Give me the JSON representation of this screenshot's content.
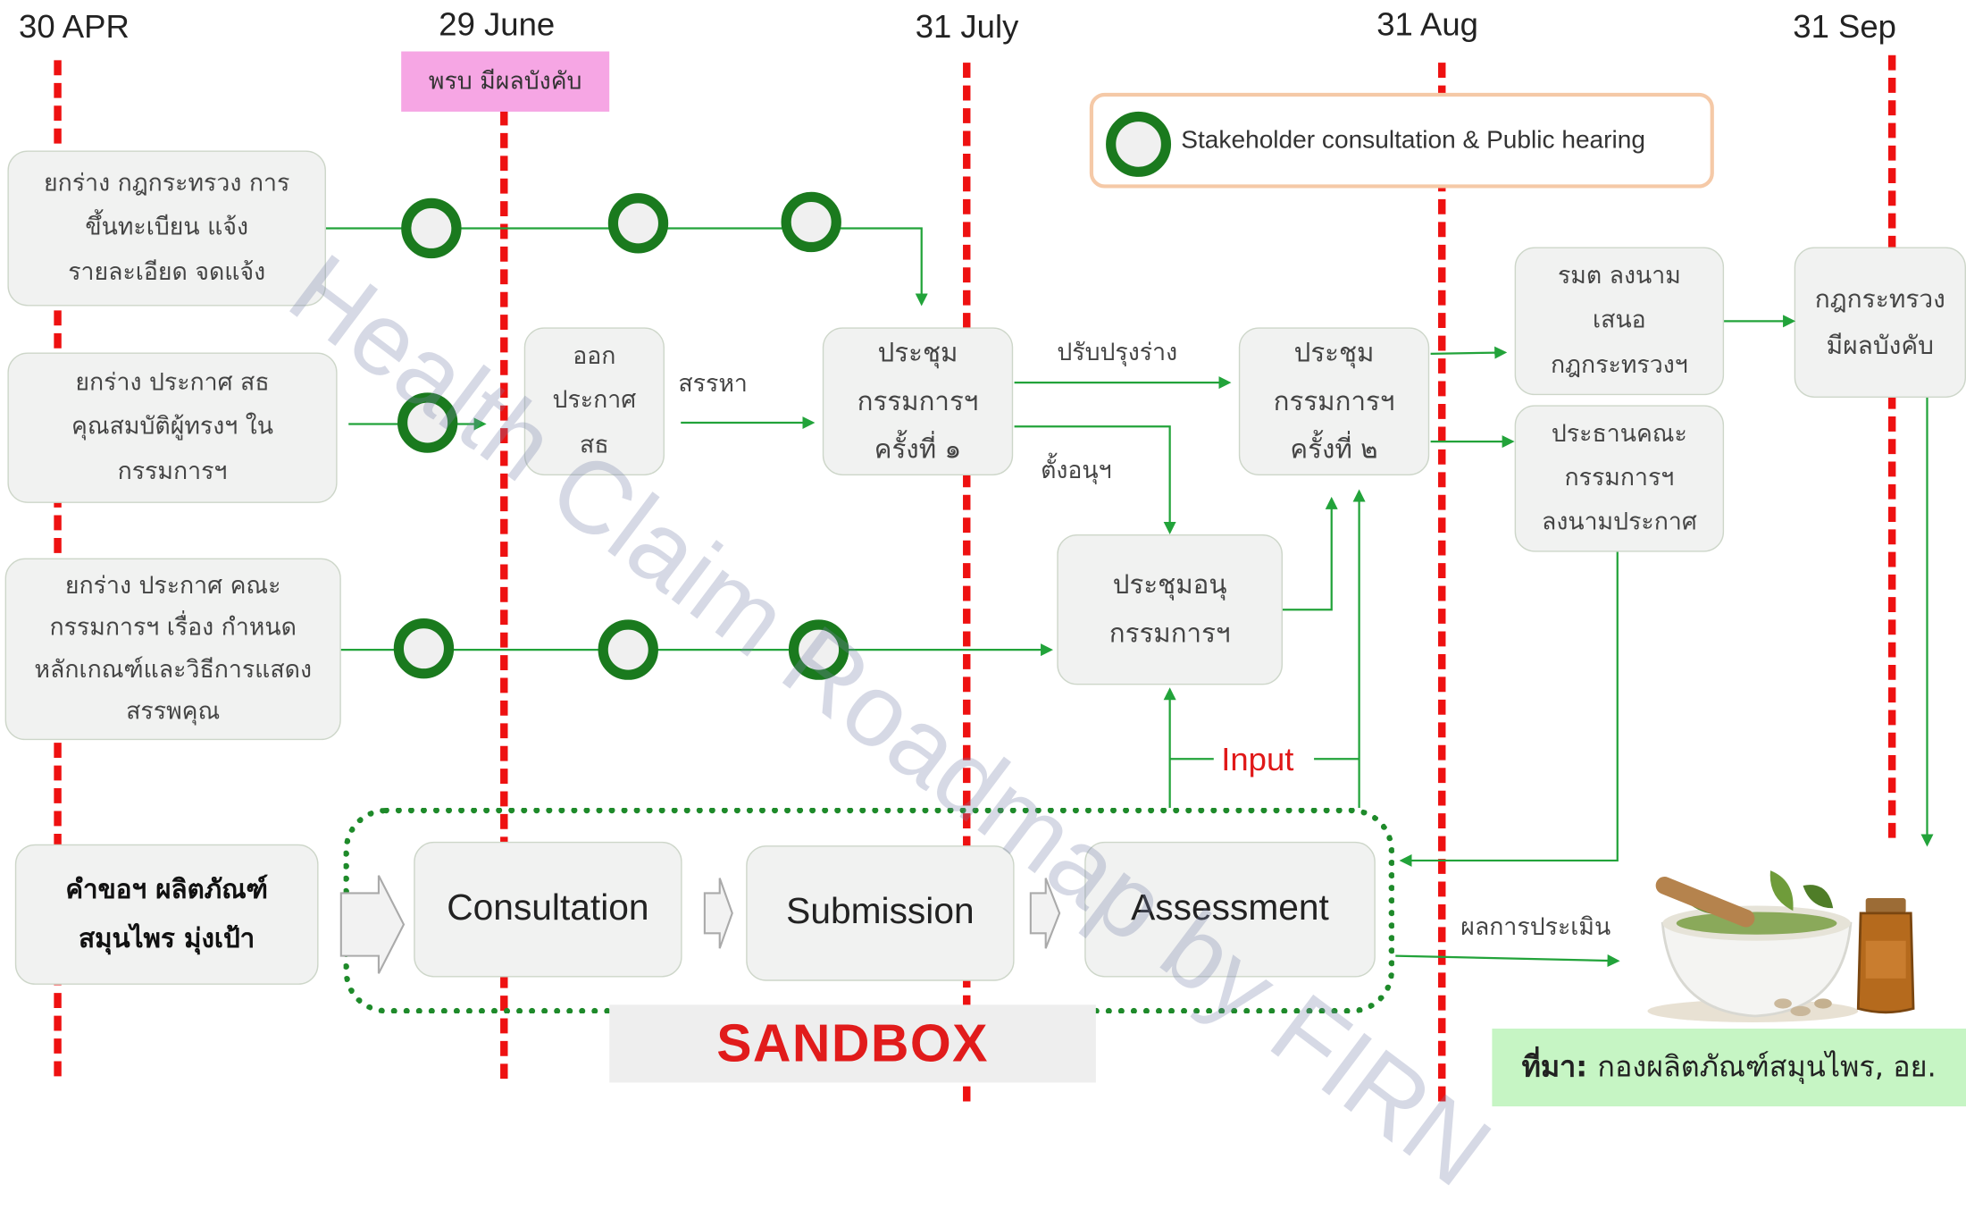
{
  "dates": [
    "30 APR",
    "29 June",
    "31 July",
    "31 Aug",
    "31 Sep"
  ],
  "milestone": "พรบ มีผลบังคับ",
  "legend": {
    "label": "Stakeholder consultation & Public hearing",
    "ring_color": "#1a7a1e"
  },
  "boxes": {
    "draft_ministerial": "ยกร่าง กฎกระทรวง การ\nขึ้นทะเบียน แจ้ง\nรายละเอียด จดแจ้ง",
    "draft_announce_qual": "ยกร่าง ประกาศ สธ\nคุณสมบัติผู้ทรงฯ ใน\nกรรมการฯ",
    "draft_announce_criteria": "ยกร่าง ประกาศ คณะ\nกรรมการฯ เรื่อง กำหนด\nหลักเกณฑ์และวิธีการแสดง\nสรรพคุณ",
    "issue_announce": "ออก\nประกาศ\nสธ",
    "meeting_1": "ประชุม\nกรรมการฯ\nครั้งที่ ๑",
    "meeting_2": "ประชุม\nกรรมการฯ\nครั้งที่ ๒",
    "sub_meeting": "ประชุมอนุ\nกรรมการฯ",
    "minister_sign": "รมต ลงนาม\nเสนอ\nกฎกระทรวงฯ",
    "chair_sign": "ประธานคณะ\nกรรมการฯ\nลงนามประกาศ",
    "ministerial_effective": "กฎกระทรวง\nมีผลบังคับ",
    "request": "คำขอฯ ผลิตภัณฑ์\nสมุนไพร มุ่งเป้า",
    "consultation": "Consultation",
    "submission": "Submission",
    "assessment": "Assessment"
  },
  "edge_labels": {
    "recruit": "สรรหา",
    "revise": "ปรับปรุงร่าง",
    "appoint_sub": "ตั้งอนุฯ",
    "input": "Input",
    "result": "ผลการประเมิน"
  },
  "sandbox": "SANDBOX",
  "source": {
    "label": "ที่มา:",
    "text": "กองผลิตภัณฑ์สมุนไพร, อย."
  },
  "watermark": "Health Claim Roadmap by FIRN",
  "colors": {
    "deadline": "#ee1111",
    "flow": "#22a33a",
    "sandbox_border": "#1e8a2a",
    "accent_red": "#e11b1b"
  }
}
